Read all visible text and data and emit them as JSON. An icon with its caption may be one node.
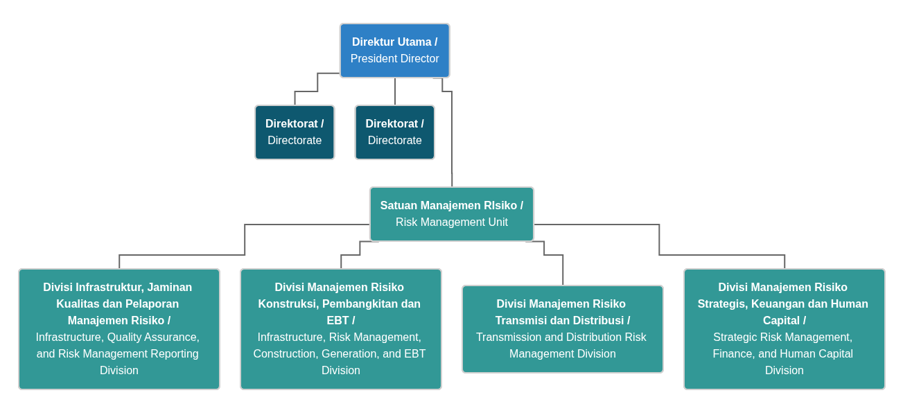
{
  "diagram": {
    "nodes": [
      {
        "text": [
          "Direktur Utama /",
          "President Director"
        ]
      },
      {
        "text": [
          "Direktorat /",
          "Directorate"
        ]
      },
      {
        "text": [
          "Direktorat /",
          "Directorate"
        ]
      },
      {
        "text": [
          "Satuan Manajemen RIsiko /",
          "Risk Management Unit"
        ]
      },
      {
        "text": [
          "Divisi Infrastruktur, Jaminan Kualitas dan Pelaporan Manajemen Risiko /",
          "Infrastructure, Quality Assurance, and Risk Management Reporting Division"
        ]
      },
      {
        "text": [
          "Divisi Manajemen Risiko Konstruksi, Pembangkitan dan EBT /",
          "Infrastructure, Risk Management, Construction, Generation, and EBT Division"
        ]
      },
      {
        "text": [
          "Divisi Manajemen Risiko Transmisi dan Distribusi /",
          "Transmission and Distribution Risk Management Division"
        ]
      },
      {
        "text": [
          "Divisi Manajemen Risiko Strategis, Keuangan dan Human Capital /",
          "Strategic Risk Management, Finance, and Human Capital Division"
        ]
      }
    ],
    "edges": [
      {
        "from": 0,
        "to": 1,
        "arrow": "none"
      },
      {
        "from": 0,
        "to": 2,
        "arrow": "none"
      },
      {
        "from": 0,
        "to": 3,
        "arrow": "none"
      },
      {
        "from": 3,
        "to": 4,
        "arrow": "none"
      },
      {
        "from": 3,
        "to": 5,
        "arrow": "none"
      },
      {
        "from": 3,
        "to": 6,
        "arrow": "none"
      },
      {
        "from": 3,
        "to": 7,
        "arrow": "none"
      }
    ]
  }
}
